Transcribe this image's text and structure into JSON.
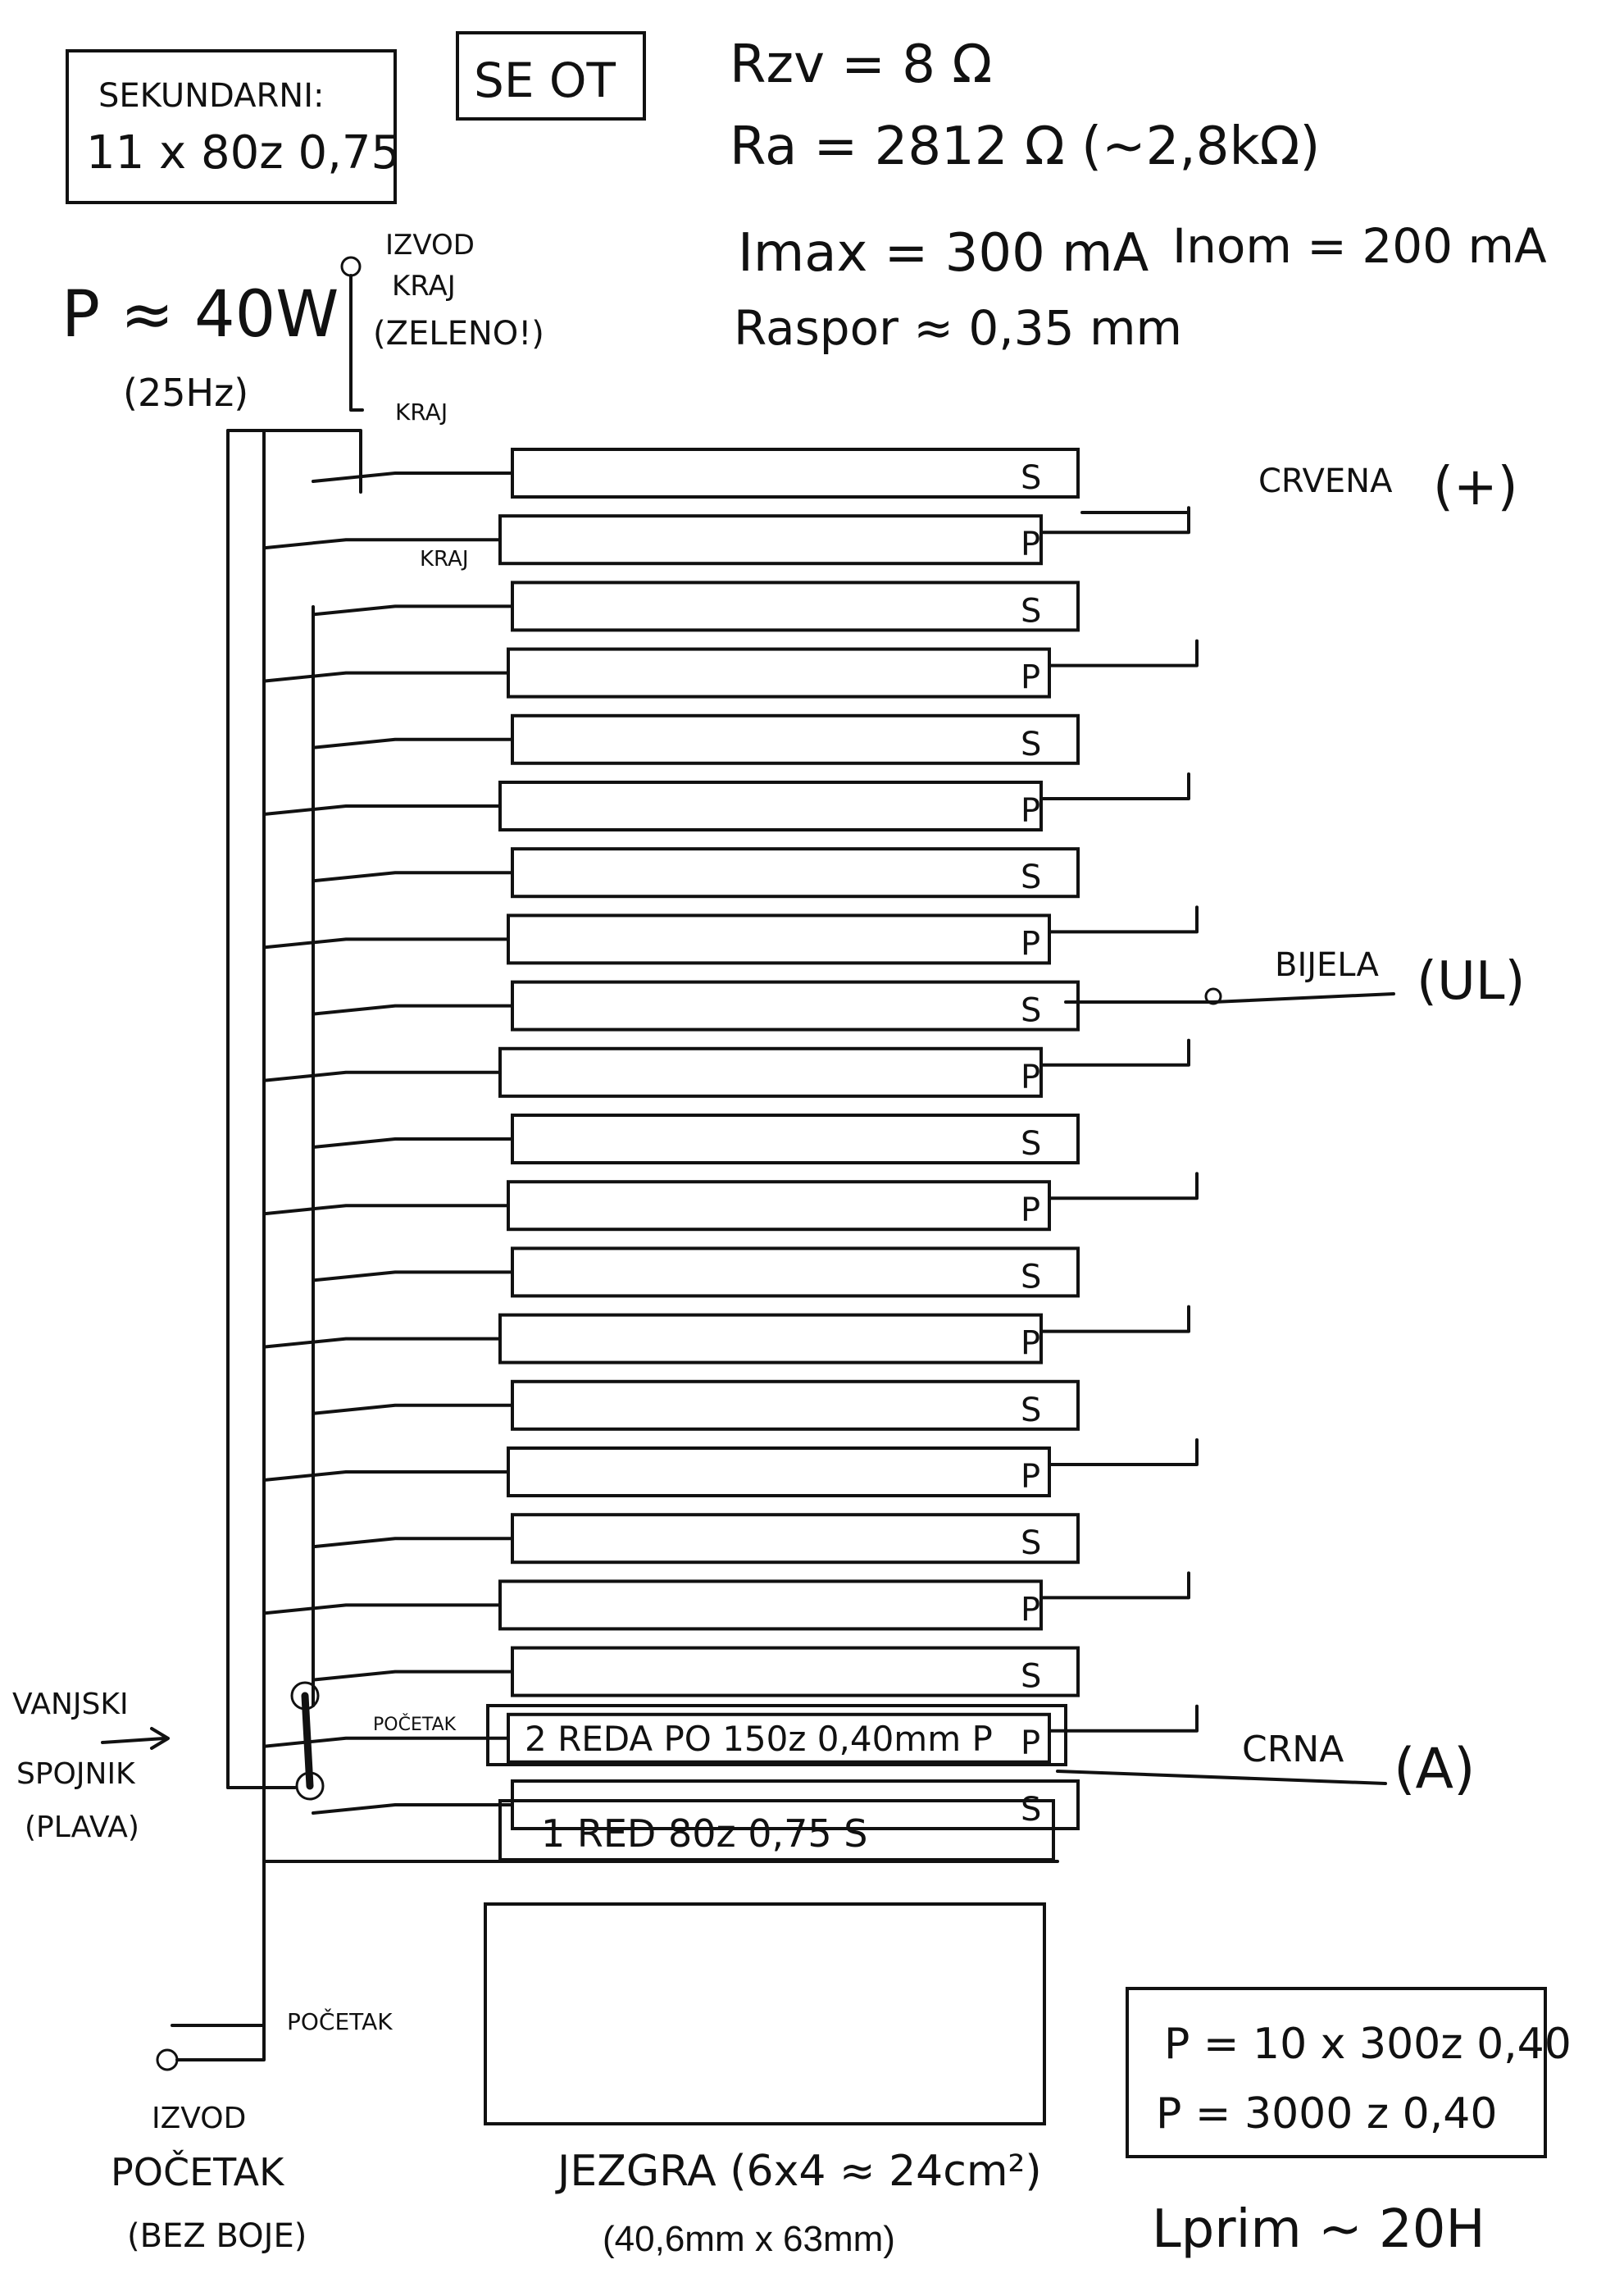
{
  "header": {
    "secondary_box": [
      "SEKUNDARNI:",
      "11 x 80z 0,75"
    ],
    "type_box": "SE OT",
    "specs": [
      "Rzv = 8 Ω",
      "Ra = 2812 Ω (~2,8kΩ)",
      "Imax = 300 mA",
      "Inom = 200 mA",
      "Raspor ≈ 0,35 mm"
    ],
    "power": "P ≈ 40W",
    "freq": "(25Hz)"
  },
  "lead_top": [
    "IZVOD",
    "KRAJ",
    "(ZELENO!)"
  ],
  "label_kraj_1": "KRAJ",
  "label_kraj_2": "KRAJ",
  "layer_letters": [
    "S",
    "P",
    "S",
    "P",
    "S",
    "P",
    "S",
    "P",
    "S",
    "P",
    "S",
    "P",
    "S",
    "P",
    "S",
    "P",
    "S",
    "P",
    "S",
    "P",
    "S"
  ],
  "outputs": {
    "red": {
      "label": "CRVENA",
      "pol": "(+)"
    },
    "white": {
      "label": "BIJELA",
      "pol": "(UL)"
    },
    "black": {
      "label": "CRNA",
      "pol": "(A)"
    }
  },
  "bottom_rows": {
    "primary": "2 REDA PO 150z 0,40mm P",
    "secondary": "1 RED 80z 0,75 S",
    "label_pocetak": "POČETAK",
    "label_pocetak_2": "POČETAK"
  },
  "external_conductor": [
    "VANJSKI",
    "SPOJNIK",
    "(PLAVA)"
  ],
  "lead_bottom": [
    "IZVOD",
    "POČETAK",
    "(BEZ BOJE)"
  ],
  "core": {
    "label": "JEZGRA (6x4 ≈ 24cm²)",
    "dims": "(40,6mm x 63mm)"
  },
  "primary_box": [
    "P = 10 x 300z 0,40",
    "P = 3000 z 0,40"
  ],
  "inductance": "Lprim ~ 20H"
}
